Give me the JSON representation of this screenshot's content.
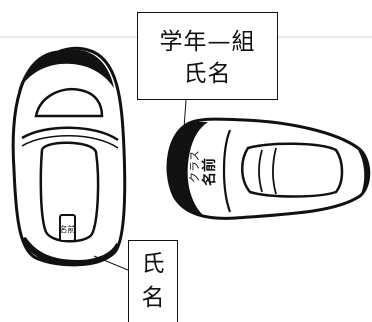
{
  "labels": {
    "top_callout_line1": "学年—組",
    "top_callout_line2": "氏名",
    "bottom_callout_line1": "氏",
    "bottom_callout_line2": "名"
  },
  "shoe_right": {
    "tag_line1": "クラス",
    "tag_line2": "名前"
  },
  "shoe_left": {
    "tag": "名前"
  },
  "colors": {
    "ink": "#111111",
    "background": "#ffffff"
  }
}
